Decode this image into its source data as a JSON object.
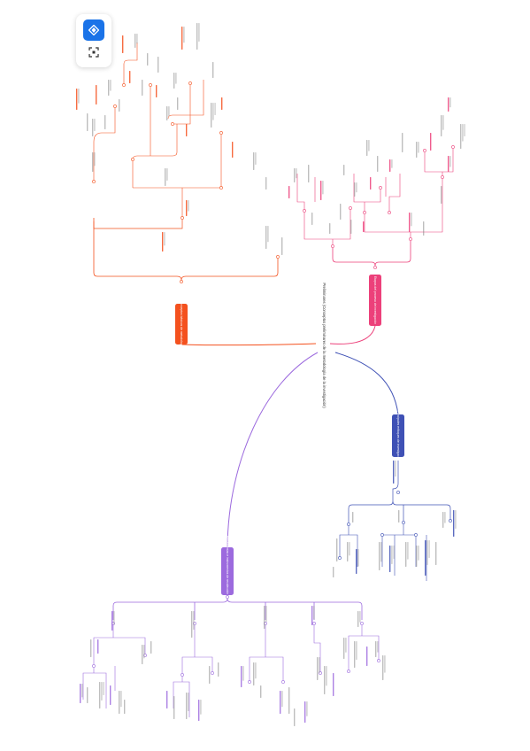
{
  "central_node": {
    "title": "Preliminares (Conceptos preliminares de la metodología de la investigación)",
    "color": "#333333"
  },
  "branches": [
    {
      "id": "b1",
      "label": "Conceptos básicos de metodología",
      "color": "#f4511e"
    },
    {
      "id": "b2",
      "label": "Etapas del proceso de investigación",
      "color": "#ec407a"
    },
    {
      "id": "b3",
      "label": "Principales enfoques de investigación",
      "color": "#3f51b5"
    },
    {
      "id": "b4",
      "label": "Herramientas e instrumentos de recolección de datos",
      "color": "#9c6ade"
    }
  ],
  "colors": {
    "orange": "#f4511e",
    "pink": "#ec407a",
    "blue": "#3f51b5",
    "purple": "#9c6ade",
    "toolbar_accent": "#1a73e8"
  },
  "toolbar": {
    "navigate_icon": "diamond-navigate-icon",
    "fit_icon": "fit-screen-icon"
  }
}
